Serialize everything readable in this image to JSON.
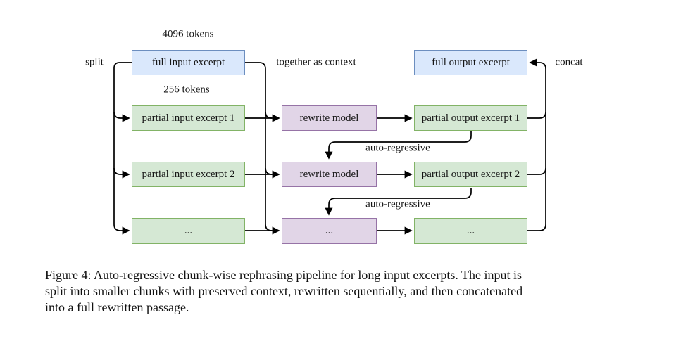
{
  "figure": {
    "boxes": {
      "full_input": "full input excerpt",
      "full_output": "full output excerpt",
      "partial_input_1": "partial input excerpt 1",
      "partial_input_2": "partial input excerpt 2",
      "partial_input_more": "...",
      "rewrite_1": "rewrite model",
      "rewrite_2": "rewrite model",
      "rewrite_more": "...",
      "partial_output_1": "partial output excerpt 1",
      "partial_output_2": "partial output excerpt 2",
      "partial_output_more": "..."
    },
    "labels": {
      "tokens_full": "4096 tokens",
      "tokens_partial": "256 tokens",
      "split": "split",
      "context": "together as context",
      "concat": "concat",
      "auto_regressive_1": "auto-regressive",
      "auto_regressive_2": "auto-regressive"
    },
    "colors": {
      "blue_fill": "#dae8fc",
      "blue_stroke": "#6c8ebf",
      "green_fill": "#d5e8d4",
      "green_stroke": "#82b366",
      "purple_fill": "#e1d5e7",
      "purple_stroke": "#9673a6",
      "arrow": "#000000"
    }
  },
  "caption": {
    "lines": [
      "Figure 4: Auto-regressive chunk-wise rephrasing pipeline for long input excerpts. The input is",
      "split into smaller chunks with preserved context, rewritten sequentially, and then concatenated",
      "into a full rewritten passage."
    ]
  }
}
